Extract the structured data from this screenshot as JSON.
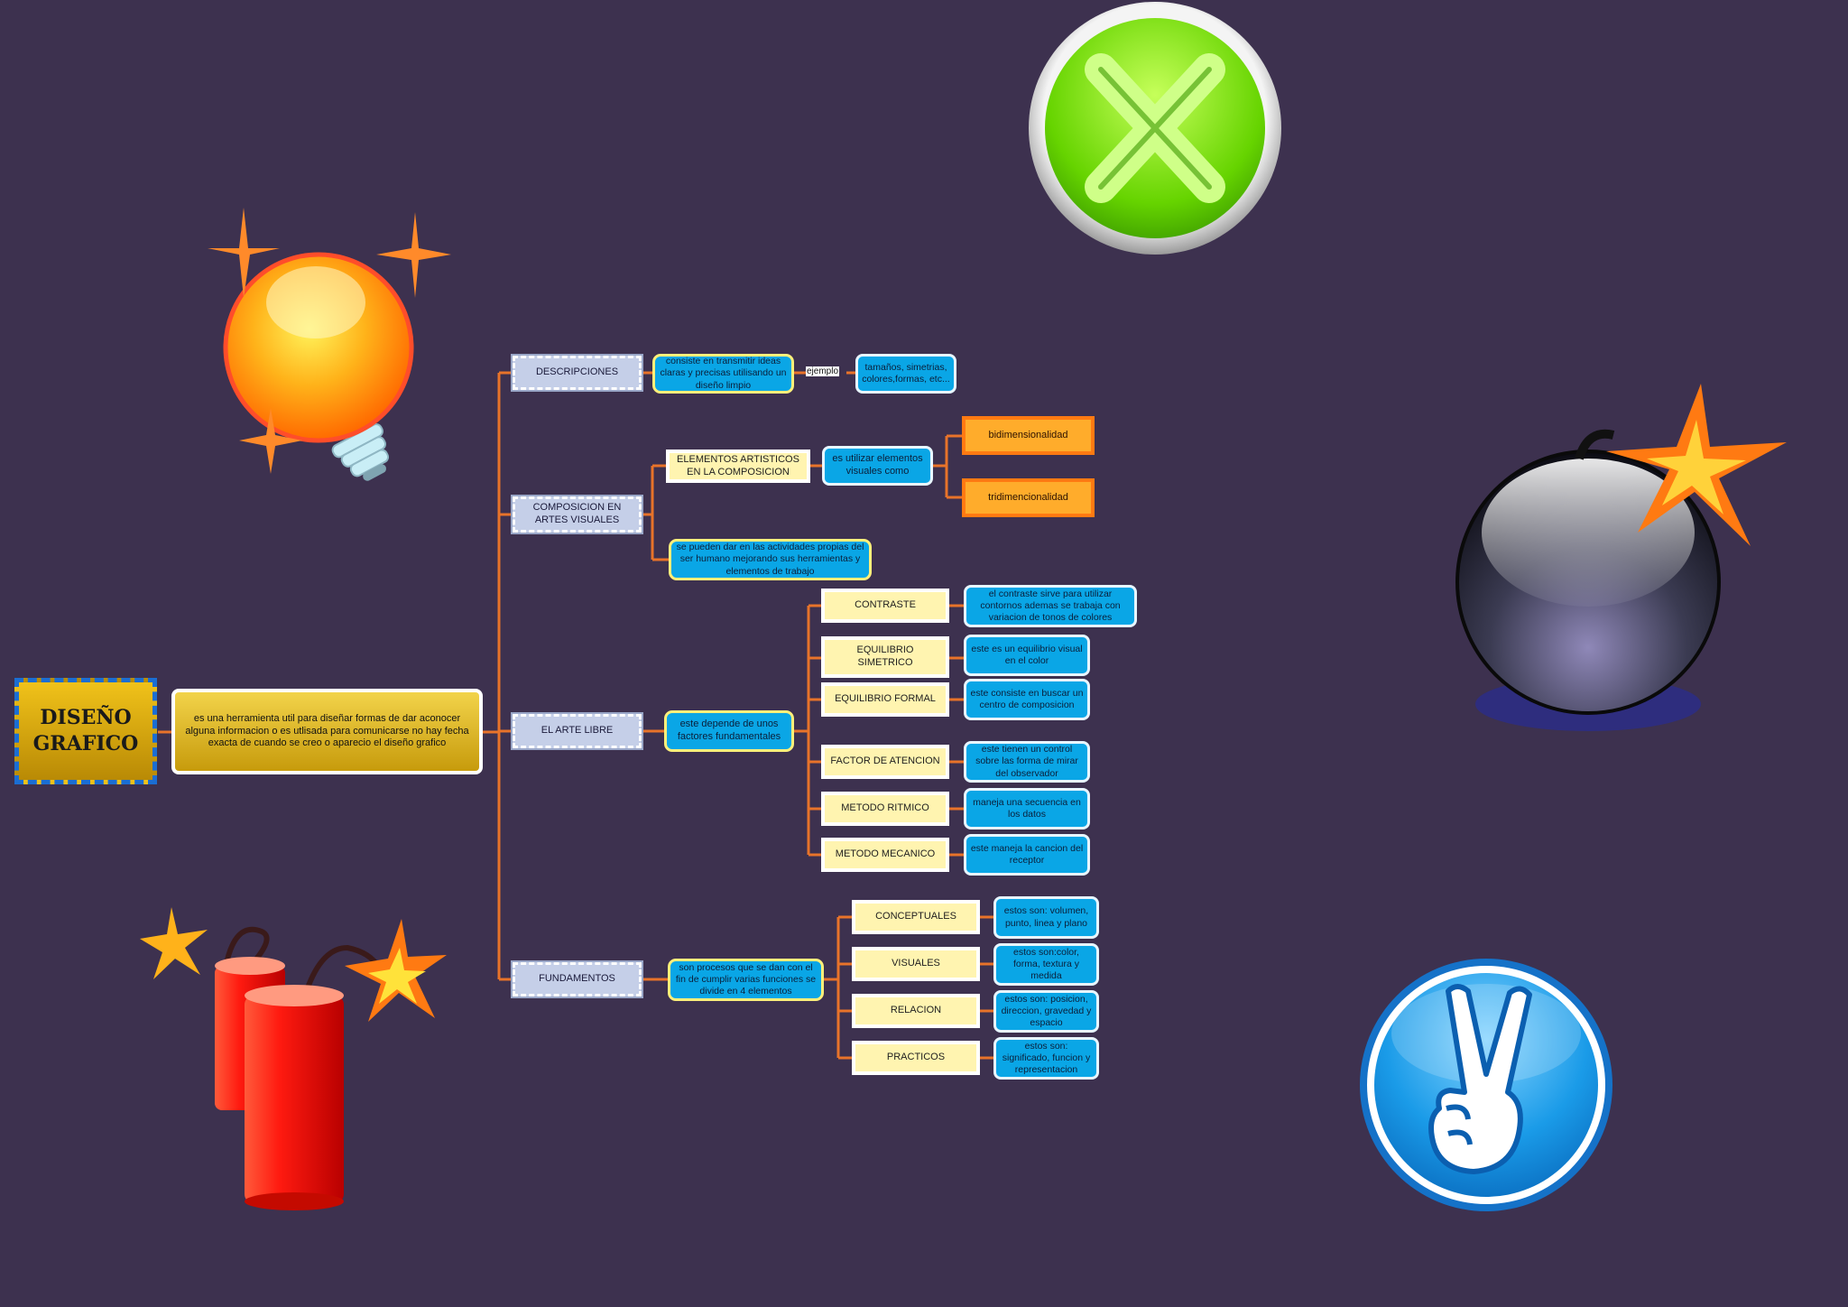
{
  "root": {
    "title": "DISEÑO GRAFICO",
    "description": "es una herramienta util para diseñar formas de dar aconocer alguna informacion o es utlisada para comunicarse no hay fecha exacta de cuando se creo o aparecio el diseño grafico"
  },
  "descripciones": {
    "label": "DESCRIPCIONES",
    "detail": "consiste en transmitir ideas claras y precisas utilisando un diseño limpio",
    "link": "ejemplo",
    "example": "tamaños, simetrias, colores,formas, etc..."
  },
  "composicion": {
    "label": "COMPOSICION EN ARTES VISUALES",
    "elements": "ELEMENTOS ARTISTICOS EN LA COMPOSICION",
    "elements_detail": "es utilizar elementos visuales como",
    "options": [
      "bidimensionalidad",
      "tridimencionalidad"
    ],
    "activities": "se pueden dar en las actividades propias del ser humano mejorando sus herramientas y elementos de trabajo"
  },
  "arte_libre": {
    "label": "EL ARTE LIBRE",
    "detail": "este depende de unos factores fundamentales",
    "factors": [
      {
        "name": "CONTRASTE",
        "desc": "el contraste sirve para utilizar contornos ademas se trabaja con variacion de tonos de colores"
      },
      {
        "name": "EQUILIBRIO SIMETRICO",
        "desc": "este es un equilibrio visual en el color"
      },
      {
        "name": "EQUILIBRIO FORMAL",
        "desc": "este consiste en buscar un centro de composicion"
      },
      {
        "name": "FACTOR DE ATENCION",
        "desc": "este tienen un control sobre las forma de mirar del observador"
      },
      {
        "name": "METODO RITMICO",
        "desc": "maneja una secuencia en los datos"
      },
      {
        "name": "METODO MECANICO",
        "desc": "este maneja la cancion del receptor"
      }
    ]
  },
  "fundamentos": {
    "label": "FUNDAMENTOS",
    "detail": "son procesos que se dan con el fin de cumplir varias funciones se divide en 4 elementos",
    "items": [
      {
        "name": "CONCEPTUALES",
        "desc": "estos son: volumen, punto, linea y plano"
      },
      {
        "name": "VISUALES",
        "desc": "estos son:color, forma, textura y medida"
      },
      {
        "name": "RELACION",
        "desc": "estos son: posicion, direccion, gravedad y espacio"
      },
      {
        "name": "PRACTICOS",
        "desc": "estos son: significado, funcion y representacion"
      }
    ]
  },
  "colors": {
    "background": "#3d314f",
    "connector": "#e8732a",
    "blue": "#0aa6e6",
    "yellow": "#fff4b0",
    "orange": "#ffac2b"
  },
  "decorations": [
    "lightbulb-icon",
    "close-x-icon",
    "bomb-icon",
    "dynamite-icon",
    "peace-hand-icon"
  ]
}
